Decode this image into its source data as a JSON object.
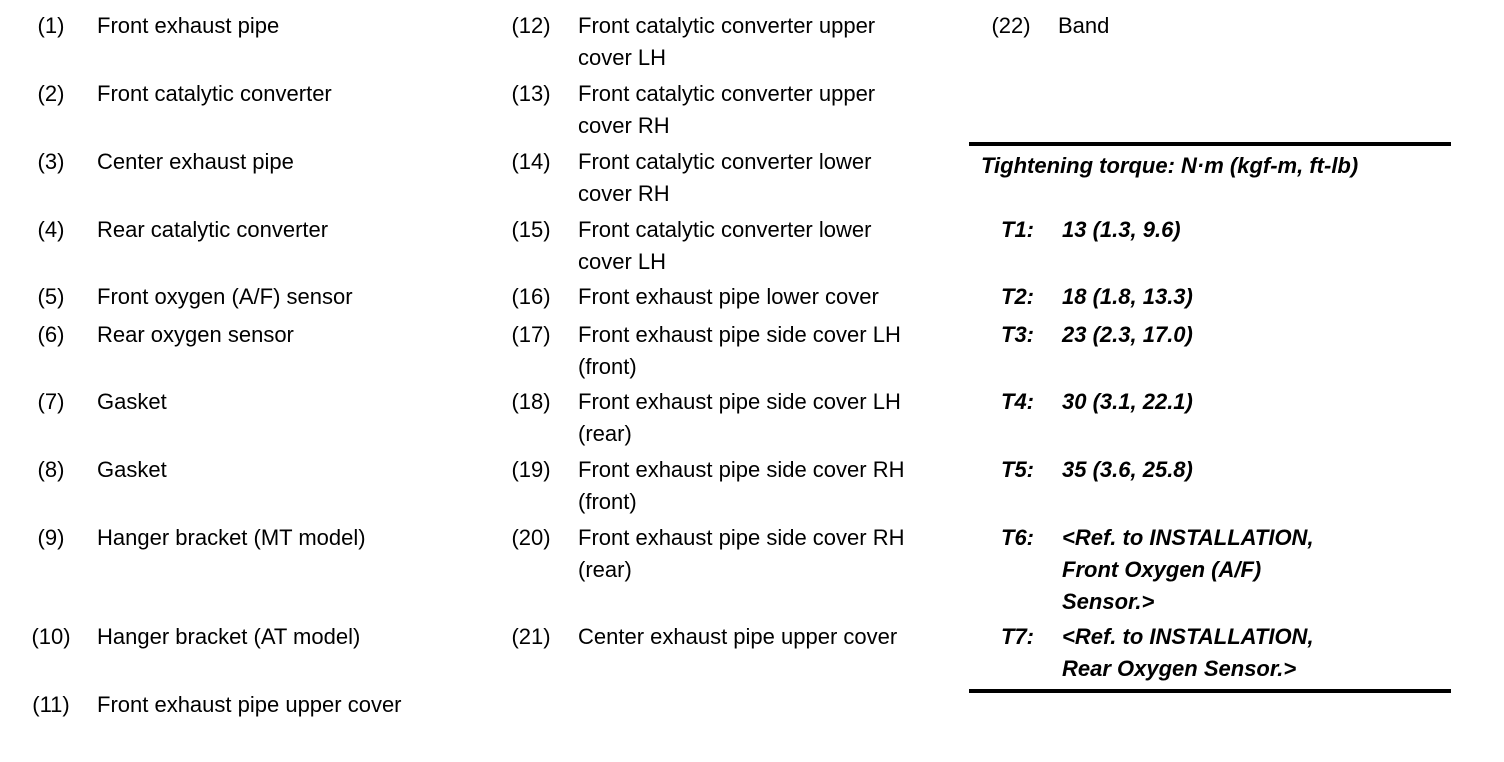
{
  "colors": {
    "background": "#ffffff",
    "text": "#000000"
  },
  "legend": {
    "column1": [
      {
        "num": "(1)",
        "lines": [
          "Front exhaust pipe"
        ]
      },
      {
        "num": "(2)",
        "lines": [
          "Front catalytic converter"
        ]
      },
      {
        "num": "(3)",
        "lines": [
          "Center exhaust pipe"
        ]
      },
      {
        "num": "(4)",
        "lines": [
          "Rear catalytic converter"
        ]
      },
      {
        "num": "(5)",
        "lines": [
          "Front oxygen (A/F) sensor"
        ]
      },
      {
        "num": "(6)",
        "lines": [
          "Rear oxygen sensor"
        ]
      },
      {
        "num": "(7)",
        "lines": [
          "Gasket"
        ]
      },
      {
        "num": "(8)",
        "lines": [
          "Gasket"
        ]
      },
      {
        "num": "(9)",
        "lines": [
          "Hanger bracket (MT model)"
        ]
      },
      {
        "num": "(10)",
        "lines": [
          "Hanger bracket (AT model)"
        ]
      },
      {
        "num": "(11)",
        "lines": [
          "Front exhaust pipe upper cover"
        ]
      }
    ],
    "column2": [
      {
        "num": "(12)",
        "lines": [
          "Front catalytic converter upper",
          "cover LH"
        ]
      },
      {
        "num": "(13)",
        "lines": [
          "Front catalytic converter upper",
          "cover RH"
        ]
      },
      {
        "num": "(14)",
        "lines": [
          "Front catalytic converter lower",
          "cover RH"
        ]
      },
      {
        "num": "(15)",
        "lines": [
          "Front catalytic converter lower",
          "cover LH"
        ]
      },
      {
        "num": "(16)",
        "lines": [
          "Front exhaust pipe lower cover"
        ]
      },
      {
        "num": "(17)",
        "lines": [
          "Front exhaust pipe side cover LH",
          "(front)"
        ]
      },
      {
        "num": "(18)",
        "lines": [
          "Front exhaust pipe side cover LH",
          "(rear)"
        ]
      },
      {
        "num": "(19)",
        "lines": [
          "Front exhaust pipe side cover RH",
          "(front)"
        ]
      },
      {
        "num": "(20)",
        "lines": [
          "Front exhaust pipe side cover RH",
          "(rear)"
        ]
      },
      {
        "num": "(21)",
        "lines": [
          "Center exhaust pipe upper cover"
        ]
      }
    ],
    "column3": [
      {
        "num": "(22)",
        "lines": [
          "Band"
        ]
      }
    ]
  },
  "torque": {
    "title": "Tightening torque: N·m (kgf-m, ft-lb)",
    "entries": [
      {
        "label": "T1:",
        "lines": [
          "13 (1.3, 9.6)"
        ]
      },
      {
        "label": "T2:",
        "lines": [
          "18 (1.8, 13.3)"
        ]
      },
      {
        "label": "T3:",
        "lines": [
          "23 (2.3, 17.0)"
        ]
      },
      {
        "label": "T4:",
        "lines": [
          "30 (3.1, 22.1)"
        ]
      },
      {
        "label": "T5:",
        "lines": [
          "35 (3.6, 25.8)"
        ]
      },
      {
        "label": "T6:",
        "lines": [
          "<Ref. to INSTALLATION,",
          "Front Oxygen (A/F)",
          "Sensor.>"
        ]
      },
      {
        "label": "T7:",
        "lines": [
          "<Ref. to INSTALLATION,",
          "Rear Oxygen Sensor.>"
        ]
      }
    ]
  }
}
